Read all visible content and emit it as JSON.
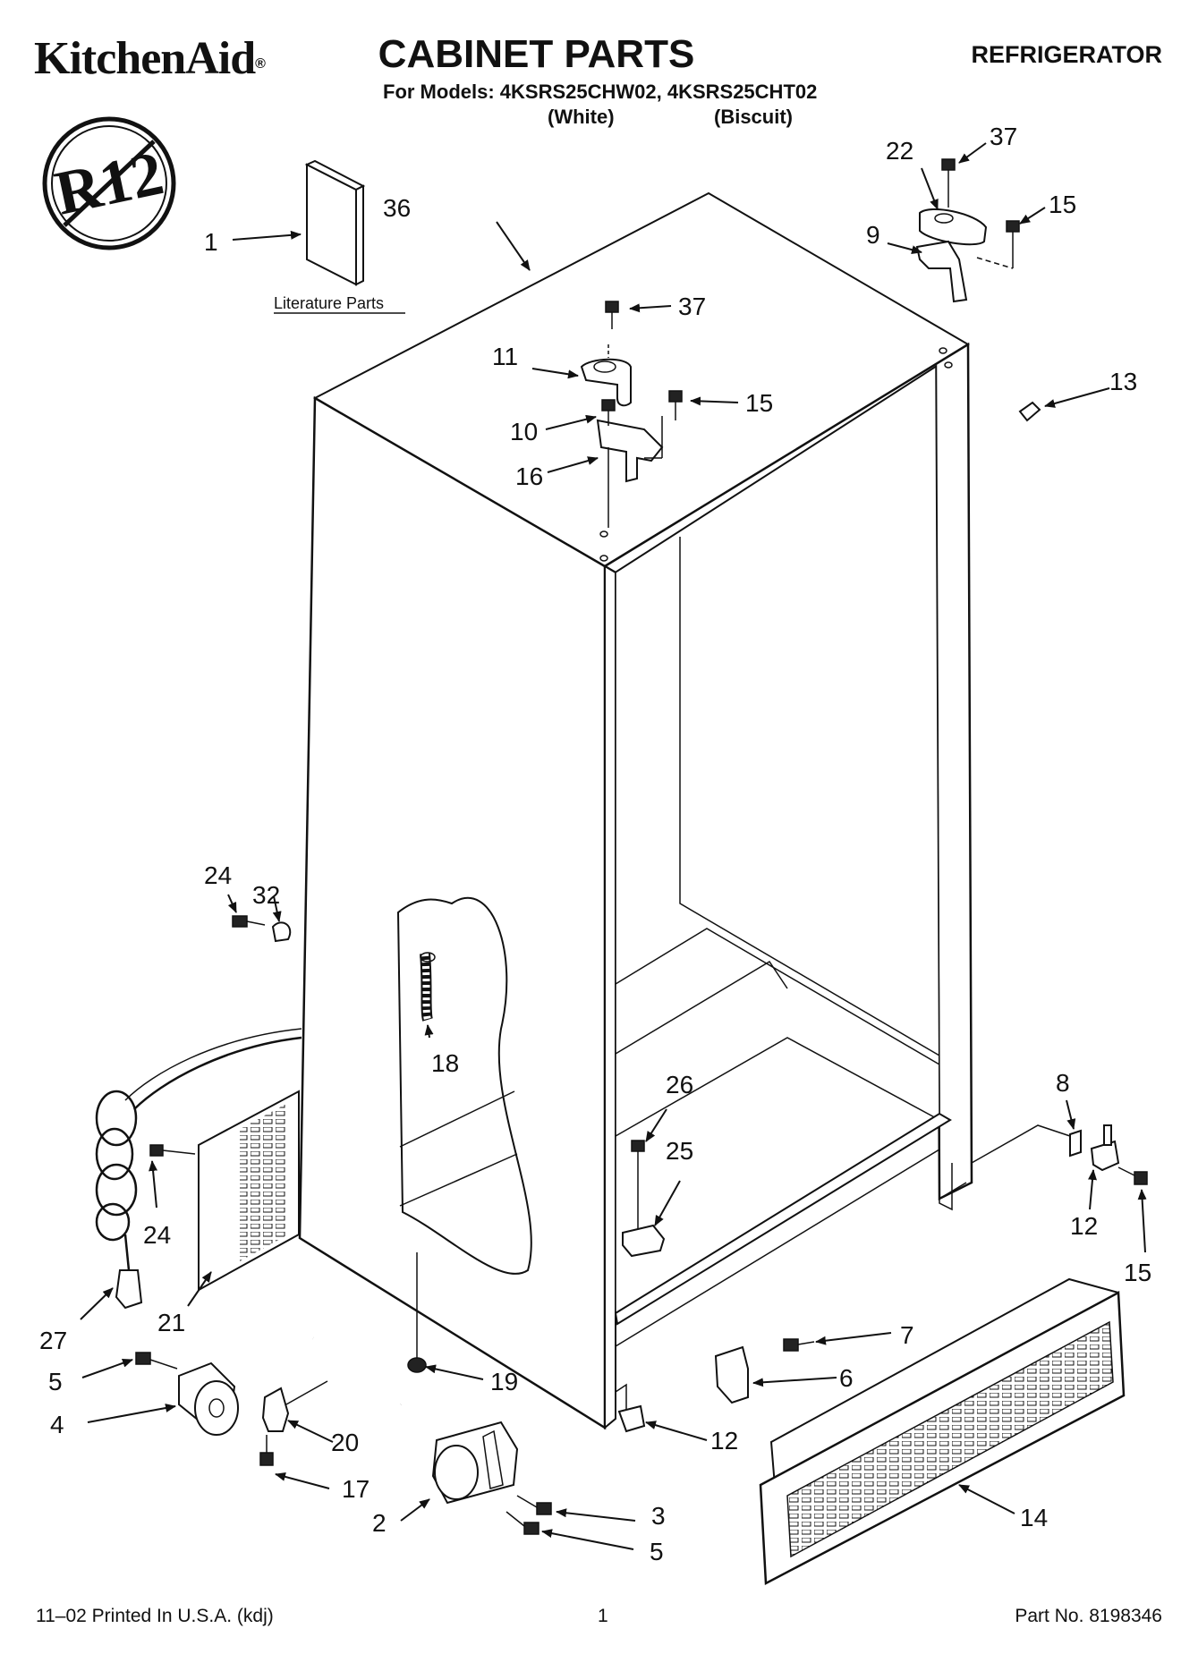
{
  "header": {
    "brand": "KitchenAid",
    "brand_mark": "®",
    "title": "CABINET PARTS",
    "category": "REFRIGERATOR",
    "models": "For Models: 4KSRS25CHW02, 4KSRS25CHT02",
    "variant_white": "(White)",
    "variant_biscuit": "(Biscuit)"
  },
  "badge": {
    "text": "R12",
    "icon": "no-r12-prohibition-icon"
  },
  "literature_label": "Literature Parts",
  "callouts": {
    "c1": "1",
    "c2": "2",
    "c3": "3",
    "c4": "4",
    "c5a": "5",
    "c5b": "5",
    "c6": "6",
    "c7": "7",
    "c8": "8",
    "c9": "9",
    "c10": "10",
    "c11": "11",
    "c12a": "12",
    "c12b": "12",
    "c13": "13",
    "c14": "14",
    "c15a": "15",
    "c15b": "15",
    "c15c": "15",
    "c16": "16",
    "c17": "17",
    "c18": "18",
    "c19": "19",
    "c20": "20",
    "c21": "21",
    "c22": "22",
    "c24a": "24",
    "c24b": "24",
    "c25": "25",
    "c26": "26",
    "c27": "27",
    "c32": "32",
    "c36": "36",
    "c37a": "37",
    "c37b": "37"
  },
  "footer": {
    "printed": "11–02 Printed In U.S.A. (kdj)",
    "page": "1",
    "part_no": "Part No. 8198346"
  }
}
